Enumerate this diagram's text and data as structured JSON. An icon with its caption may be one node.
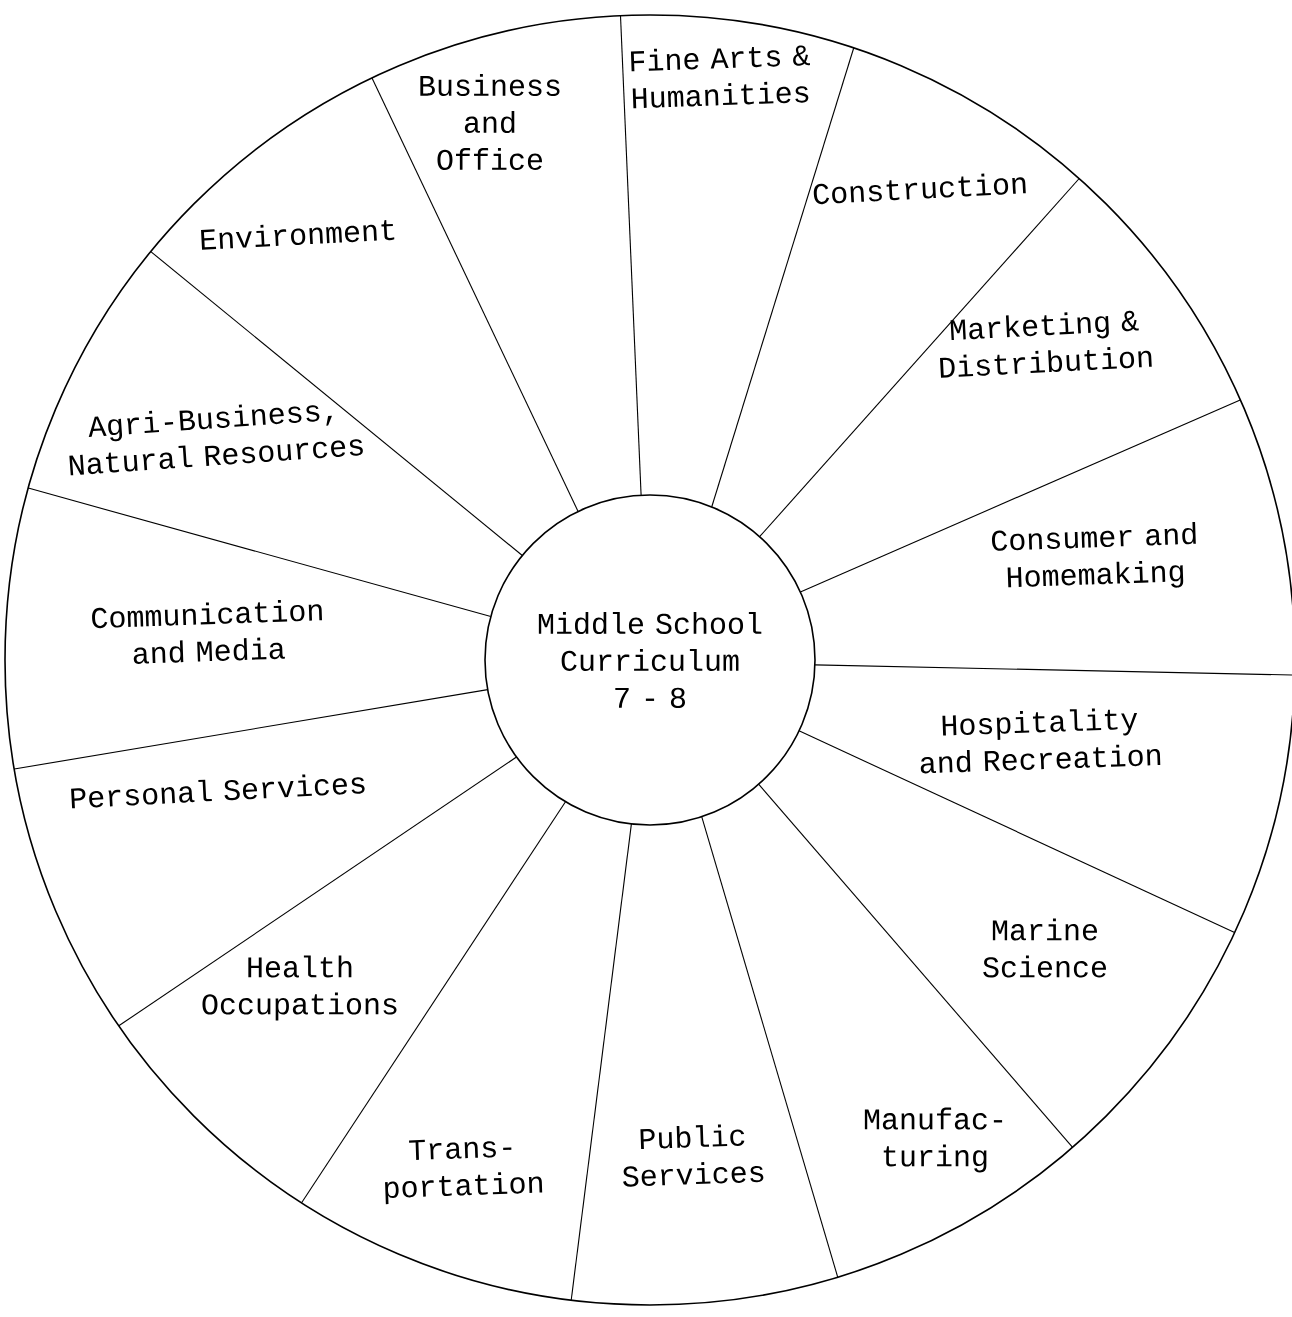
{
  "diagram": {
    "nodes": [
      {
        "text": [
          "Middle School Curriculum 7 - 8"
        ]
      },
      {
        "text": [
          "Environment"
        ]
      },
      {
        "text": [
          "Business and Office"
        ]
      },
      {
        "text": [
          "Fine Arts & Humanities"
        ]
      },
      {
        "text": [
          "Construction"
        ]
      },
      {
        "text": [
          "Marketing & Distribution"
        ]
      },
      {
        "text": [
          "Consumer and Homemaking"
        ]
      },
      {
        "text": [
          "Hospitality and Recreation"
        ]
      },
      {
        "text": [
          "Marine Science"
        ]
      },
      {
        "text": [
          "Manufac- turing"
        ]
      },
      {
        "text": [
          "Public Services"
        ]
      },
      {
        "text": [
          "Trans- portation"
        ]
      },
      {
        "text": [
          "Health Occupations"
        ]
      },
      {
        "text": [
          "Personal Services"
        ]
      },
      {
        "text": [
          "Communication and Media"
        ]
      },
      {
        "text": [
          "Agri-Business, Natural Resources"
        ]
      }
    ]
  }
}
